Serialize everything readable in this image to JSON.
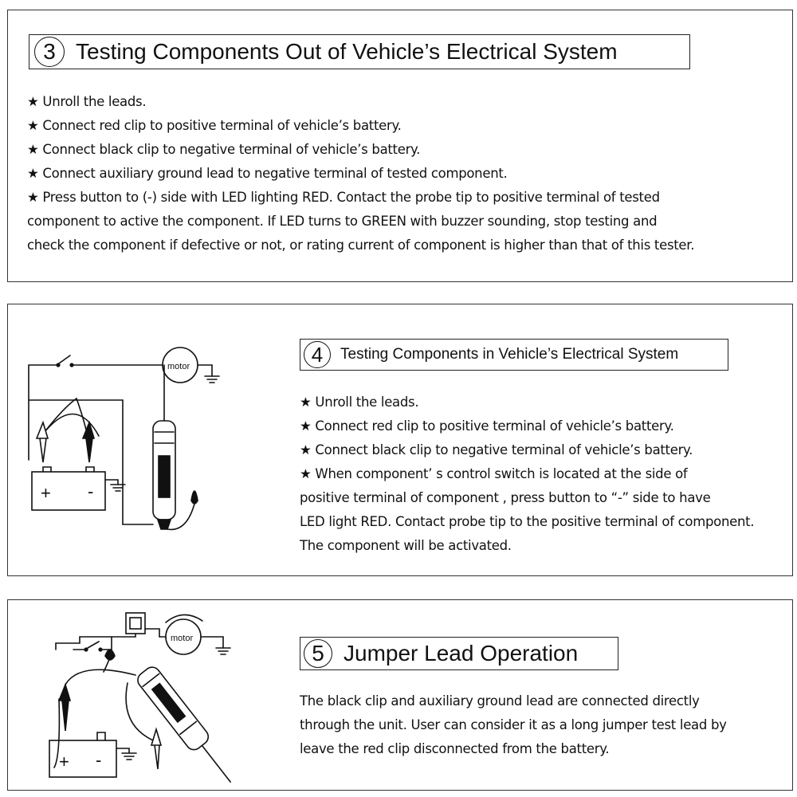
{
  "section3": {
    "number": "3",
    "title": "Testing Components Out of Vehicle’s  Electrical System",
    "lines": [
      "★ Unroll the leads.",
      "★ Connect red clip to positive terminal of vehicle’s battery.",
      "★ Connect black clip to negative terminal of vehicle’s  battery.",
      "★ Connect auxiliary ground lead to negative terminal of  tested component.",
      "★ Press button to (-) side with LED lighting RED. Contact  the probe tip to positive terminal of tested",
      "component to active  the component. If LED turns to GREEN with buzzer sounding,  stop testing and",
      "check the component if defective or not, or  rating current of component is higher than that of this tester."
    ]
  },
  "section4": {
    "number": "4",
    "title": "Testing Components in Vehicle’s  Electrical System",
    "lines": [
      "★ Unroll the leads.",
      "★ Connect red clip to positive terminal of vehicle’s battery.",
      "★ Connect black clip to negative terminal of vehicle’s  battery.",
      "★ When component’  s control switch is located at the side  of",
      "positive terminal of component , press button to  “-”  side to  have",
      "LED light RED. Contact probe tip to the positive terminal  of component.",
      "The component will be activated."
    ],
    "diagram": {
      "motor_label": "motor",
      "plus_label": "+",
      "minus_label": "-"
    }
  },
  "section5": {
    "number": "5",
    "title": "Jumper Lead Operation",
    "lines": [
      "The black clip and auxiliary ground lead are connected  directly",
      "through the unit. User can consider it as a long jumper  test lead by",
      "leave the red clip disconnected from the battery."
    ],
    "diagram": {
      "motor_label": "motor",
      "plus_label": "+",
      "minus_label": "-"
    }
  }
}
